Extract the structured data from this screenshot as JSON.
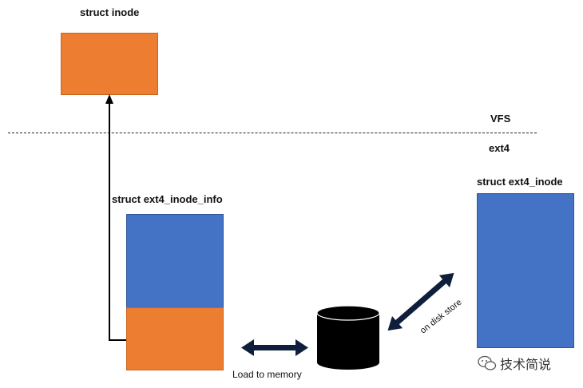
{
  "vfs_layer": {
    "inode_title": "struct inode",
    "layer_label": "VFS"
  },
  "ext4_layer": {
    "layer_label": "ext4",
    "inode_info_title": "struct ext4_inode_info",
    "ext4_inode_title": "struct ext4_inode"
  },
  "edges": {
    "load_label": "Load to memory",
    "disk_label": "on disk store"
  },
  "watermark": {
    "text": "技术简说",
    "icon": "wechat-icon"
  },
  "colors": {
    "orange": "#ED7D31",
    "blue": "#4472C4",
    "disk": "#000000",
    "arrow": "#0F1E3A"
  }
}
